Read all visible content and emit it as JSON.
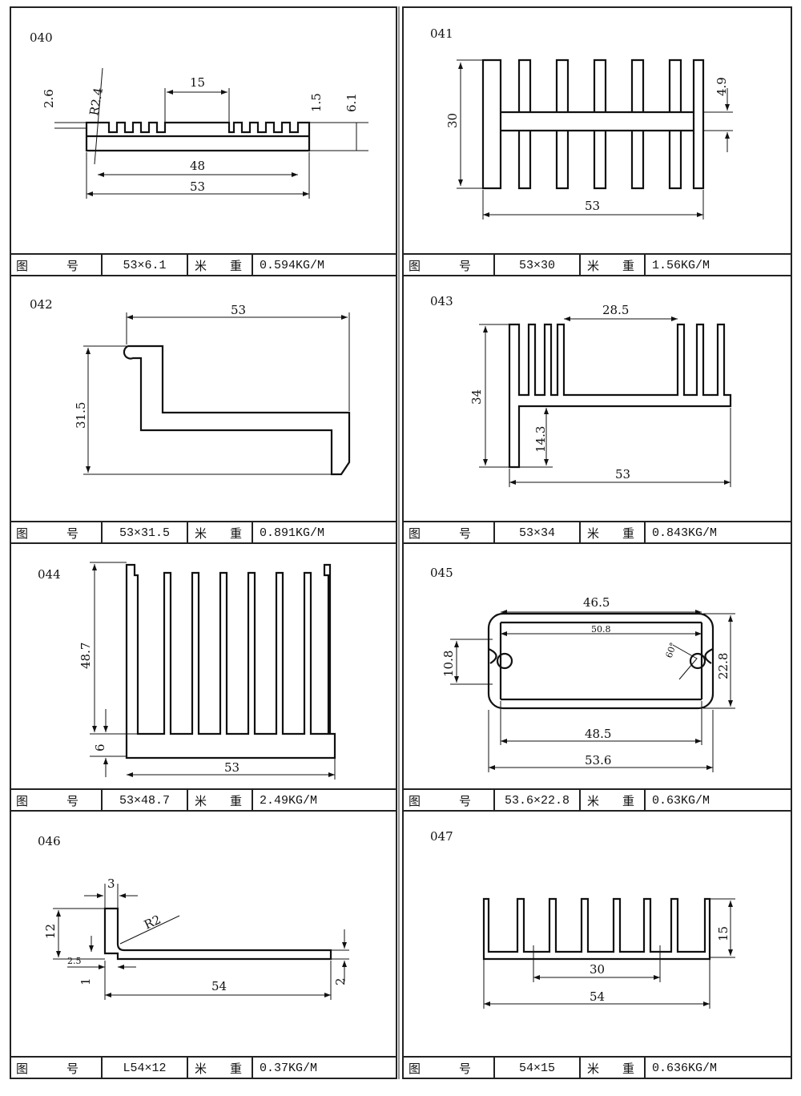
{
  "footer_labels": {
    "drawing_no": [
      "图",
      "号"
    ],
    "weight": [
      "米",
      "重"
    ]
  },
  "panels": [
    {
      "id": "040",
      "size": "53×6.1",
      "weight": "0.594KG/M",
      "dims": [
        "15",
        "48",
        "53",
        "2.6",
        "R2.4",
        "1.5",
        "6.1"
      ]
    },
    {
      "id": "041",
      "size": "53×30",
      "weight": "1.56KG/M",
      "dims": [
        "30",
        "53",
        "4.9"
      ]
    },
    {
      "id": "042",
      "size": "53×31.5",
      "weight": "0.891KG/M",
      "dims": [
        "53",
        "31.5"
      ]
    },
    {
      "id": "043",
      "size": "53×34",
      "weight": "0.843KG/M",
      "dims": [
        "28.5",
        "34",
        "14.3",
        "53"
      ]
    },
    {
      "id": "044",
      "size": "53×48.7",
      "weight": "2.49KG/M",
      "dims": [
        "48.7",
        "6",
        "53"
      ]
    },
    {
      "id": "045",
      "size": "53.6×22.8",
      "weight": "0.63KG/M",
      "dims": [
        "46.5",
        "50.8",
        "10.8",
        "22.8",
        "60°",
        "48.5",
        "53.6"
      ]
    },
    {
      "id": "046",
      "size": "L54×12",
      "weight": "0.37KG/M",
      "dims": [
        "3",
        "12",
        "R2",
        "2.5",
        "1",
        "54",
        "2"
      ]
    },
    {
      "id": "047",
      "size": "54×15",
      "weight": "0.636KG/M",
      "dims": [
        "30",
        "54",
        "15"
      ]
    }
  ]
}
